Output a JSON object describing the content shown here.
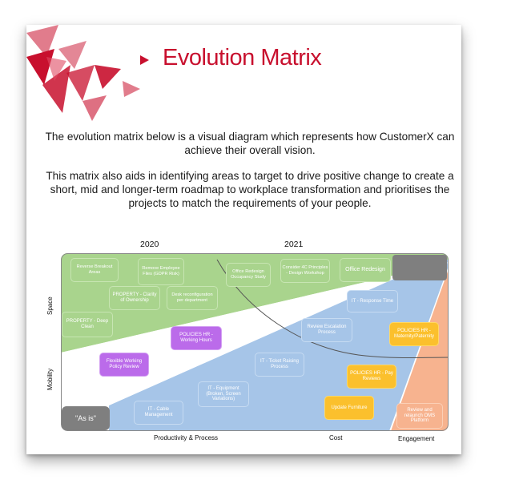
{
  "title": "Evolution Matrix",
  "intro": "The evolution matrix below is a visual diagram which represents how CustomerX can achieve their overall vision.",
  "intro2": "This matrix also aids in identifying areas to target to drive positive change to create a short, mid and longer-term roadmap to workplace transformation and prioritises the projects to match the requirements of your people.",
  "matrix": {
    "years": [
      "2020",
      "2021"
    ],
    "axis_bottom": [
      "Productivity & Process",
      "Cost",
      "Engagement"
    ],
    "axis_left": [
      "Space",
      "Mobility"
    ],
    "as_is": "\"As is\"",
    "space_items": [
      "Reverse Breakout Areas",
      "Remove Employee Files (GDPR Risk)",
      "Office Redesign Occupancy Study",
      "Consider 4C Principles - Design Workshop",
      "Office Redesign",
      "PROPERTY - Clarity of Ownership",
      "Desk reconfiguration per department",
      "PROPERTY - Deep Clean"
    ],
    "mobility_items": [
      "POLICIES HR - Working Hours",
      "Flexible Working Policy Review"
    ],
    "process_items": [
      "IT - Response Time",
      "Review Escalation Process",
      "IT - Ticket Raising Process",
      "IT - Equipment (Broken, Screen Variations)",
      "IT - Cable Management"
    ],
    "cost_items": [
      "POLICIES HR - Maternity/Paternity",
      "POLICIES HR - Pay Reviews",
      "Update Furniture"
    ],
    "engagement_items": [
      "Review and relaunch OMS Platform"
    ]
  },
  "colors": {
    "accent": "#c8102e",
    "space": "#a9d48d",
    "mobility": "#bb6bea",
    "process": "#a6c5e8",
    "cost": "#fbc02d",
    "engagement": "#f7b38f",
    "as_is": "#7f7f7f"
  }
}
